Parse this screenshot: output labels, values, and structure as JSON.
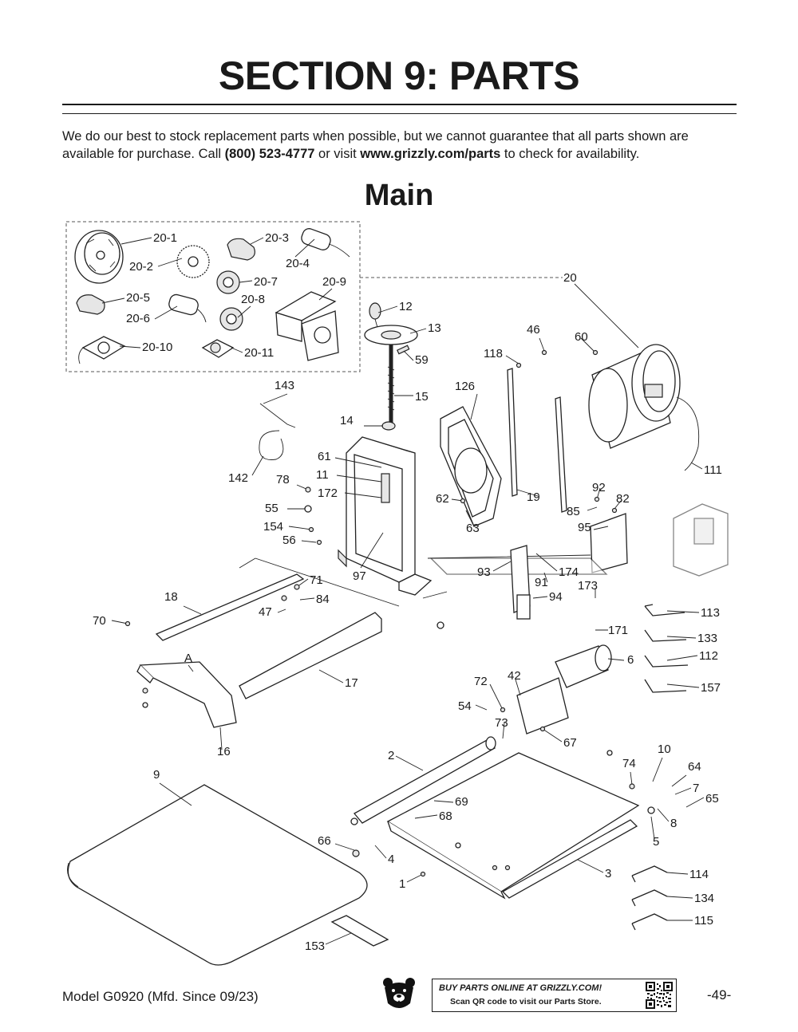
{
  "header": {
    "title": "SECTION 9: PARTS"
  },
  "intro": {
    "text_1": "We do our best to stock replacement parts when possible, but we cannot guarantee that all parts shown are available for purchase. Call ",
    "phone": "(800) 523-4777",
    "text_2": " or visit ",
    "url": "www.grizzly.com/parts",
    "text_3": " to check for availability."
  },
  "diagram": {
    "title": "Main",
    "callouts": [
      "20-1",
      "20-2",
      "20-3",
      "20-4",
      "20-5",
      "20-6",
      "20-7",
      "20-8",
      "20-9",
      "20-10",
      "20-11",
      "20",
      "12",
      "13",
      "59",
      "15",
      "14",
      "143",
      "142",
      "61",
      "11",
      "172",
      "78",
      "55",
      "154",
      "56",
      "97",
      "126",
      "118",
      "46",
      "60",
      "62",
      "63",
      "19",
      "85",
      "82",
      "92",
      "95",
      "111",
      "174",
      "93",
      "91",
      "94",
      "173",
      "113",
      "133",
      "112",
      "157",
      "171",
      "6",
      "18",
      "71",
      "84",
      "47",
      "70",
      "17",
      "A",
      "16",
      "72",
      "54",
      "42",
      "73",
      "67",
      "2",
      "74",
      "10",
      "64",
      "7",
      "65",
      "8",
      "5",
      "9",
      "69",
      "68",
      "66",
      "4",
      "1",
      "3",
      "114",
      "134",
      "115",
      "153"
    ],
    "marker_letter": "A"
  },
  "footer": {
    "model": "Model G0920 (Mfd. Since 09/23)",
    "page_number": "-49-",
    "buy_online": "BUY PARTS ONLINE AT GRIZZLY.COM!",
    "scan_text": "Scan QR code to visit our Parts Store."
  }
}
